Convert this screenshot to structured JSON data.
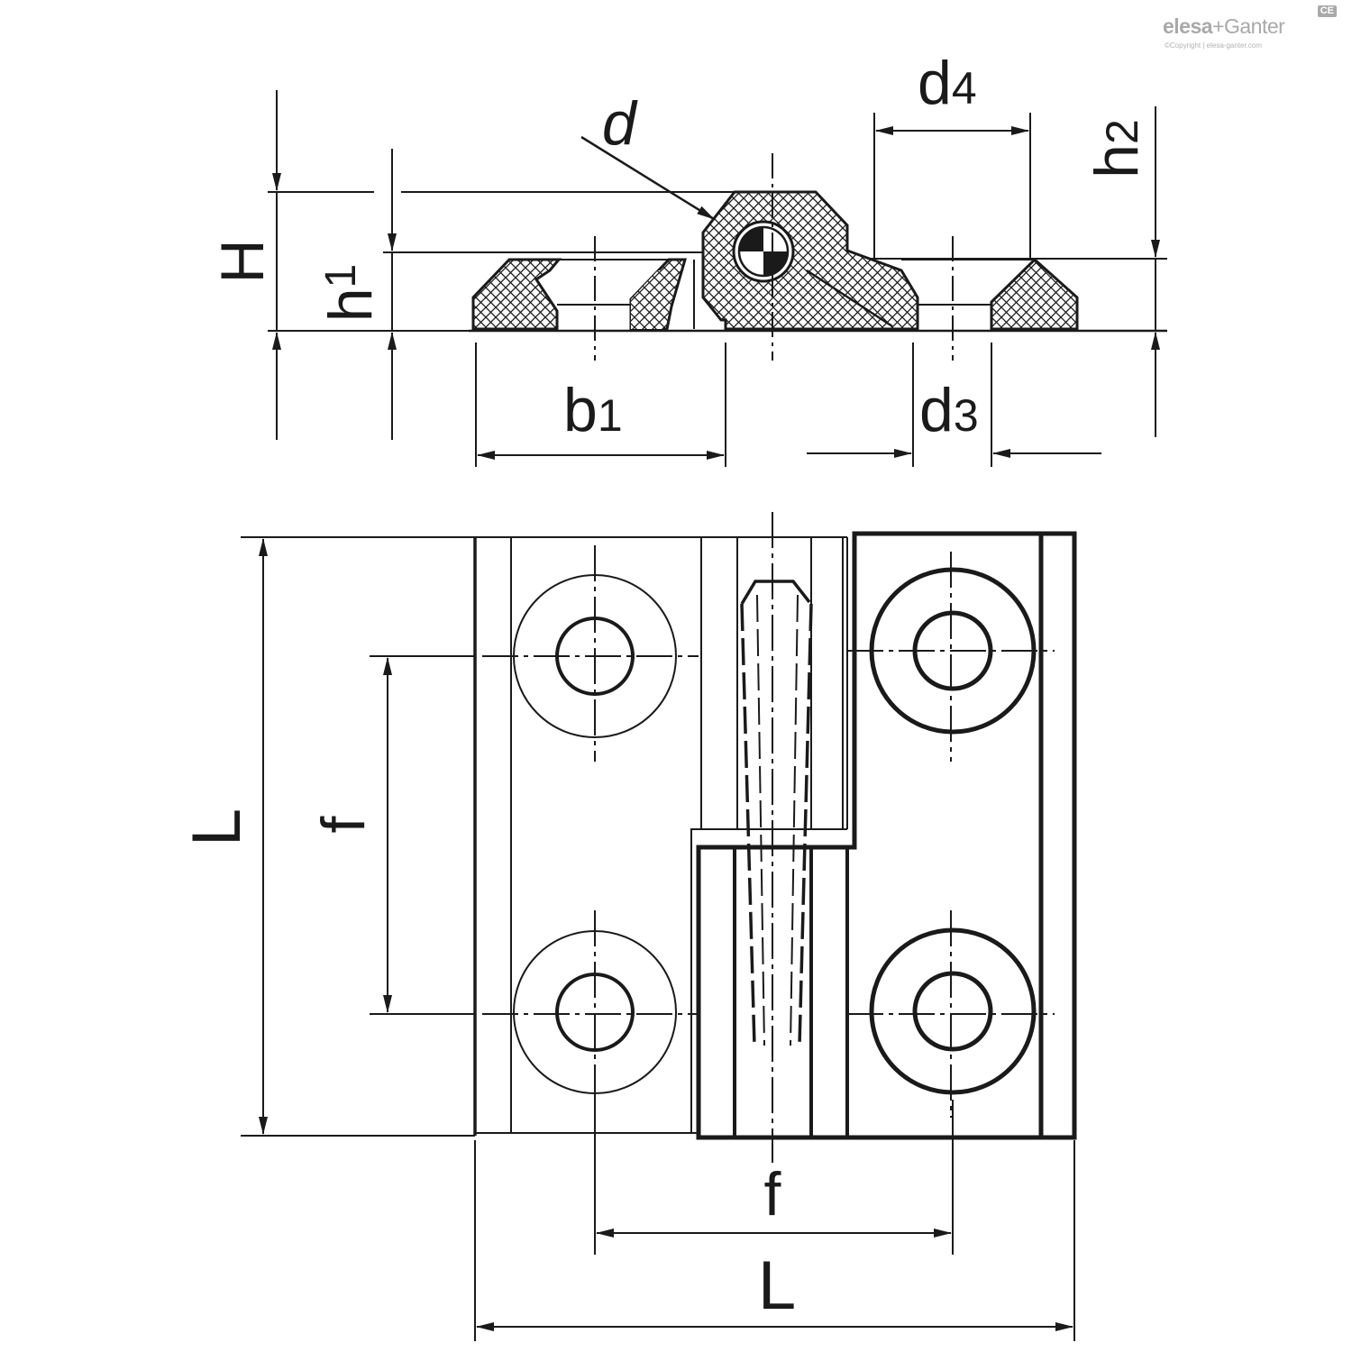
{
  "logo": {
    "brand_a": "elesa",
    "plus": "+",
    "brand_b": "Ganter",
    "copyright": "©Copyright | elesa-ganter.com",
    "mark": "CE"
  },
  "dimension_labels": {
    "H": "H",
    "h1_base": "h",
    "h1_sub": "1",
    "d": "d",
    "d4_base": "d",
    "d4_sub": "4",
    "h2_base": "h",
    "h2_sub": "2",
    "b1_base": "b",
    "b1_sub": "1",
    "d3_base": "d",
    "d3_sub": "3",
    "L_left": "L",
    "f_left": "f",
    "f_bottom": "f",
    "L_bottom": "L"
  },
  "colors": {
    "line": "#1a1a1a",
    "hatch": "#1a1a1a",
    "logo_grey": "#a9a9a9"
  }
}
